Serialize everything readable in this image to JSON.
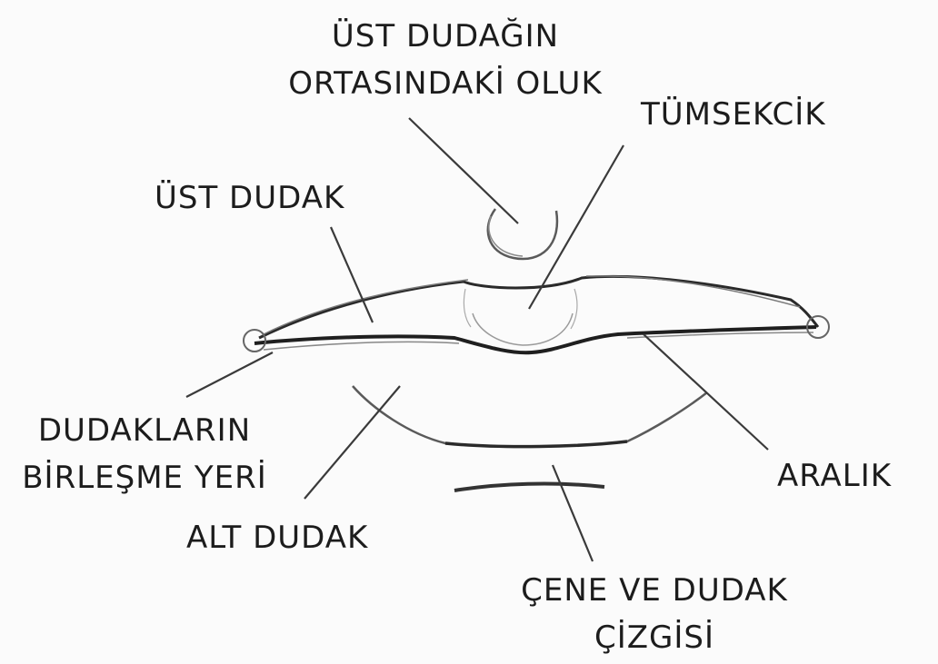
{
  "labels": {
    "philtrum": [
      "ÜST DUDAĞIN",
      "ORTASINDAKİ OLUK"
    ],
    "tubercle": "TÜMSEKCİK",
    "upper_lip": "ÜST DUDAK",
    "lip_corner": [
      "DUDAKLARIN",
      "BİRLEŞME YERİ"
    ],
    "lower_lip": "ALT DUDAK",
    "gap": "ARALIK",
    "chin_lip_line": [
      "ÇENE VE DUDAK",
      "ÇİZGİSİ"
    ]
  },
  "colors": {
    "ink": "#1c1c1c",
    "pencil": "#4a4a4a",
    "paper": "#fbfbfb"
  }
}
